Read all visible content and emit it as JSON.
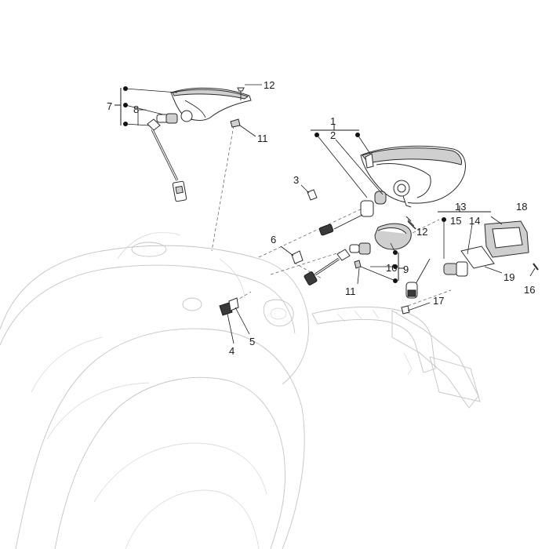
{
  "diagram": {
    "callouts": {
      "c1": "1",
      "c2": "2",
      "c3": "3",
      "c4": "4",
      "c5": "5",
      "c6": "6",
      "c7": "7",
      "c8": "8",
      "c9": "9",
      "c10": "10",
      "c11a": "11",
      "c11b": "11",
      "c12a": "12",
      "c12b": "12",
      "c13": "13",
      "c14": "14",
      "c15": "15",
      "c16": "16",
      "c17": "17",
      "c18": "18",
      "c19": "19"
    },
    "colors": {
      "line": "#2a2a2a",
      "ghost": "#c4c4c4",
      "part_fill": "#cfcfcf"
    }
  }
}
